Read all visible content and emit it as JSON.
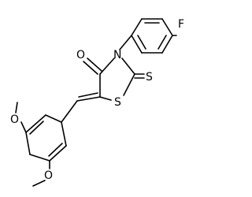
{
  "molecule": {
    "atoms": {
      "f": "F",
      "o_carbonyl": "O",
      "n_ring": "N",
      "s_thione": "S",
      "s_ring": "S",
      "o_methoxy_upper": "O",
      "o_methoxy_lower": "O"
    },
    "colors": {
      "bond": "#000000",
      "label": "#000000",
      "background": "#ffffff"
    }
  }
}
